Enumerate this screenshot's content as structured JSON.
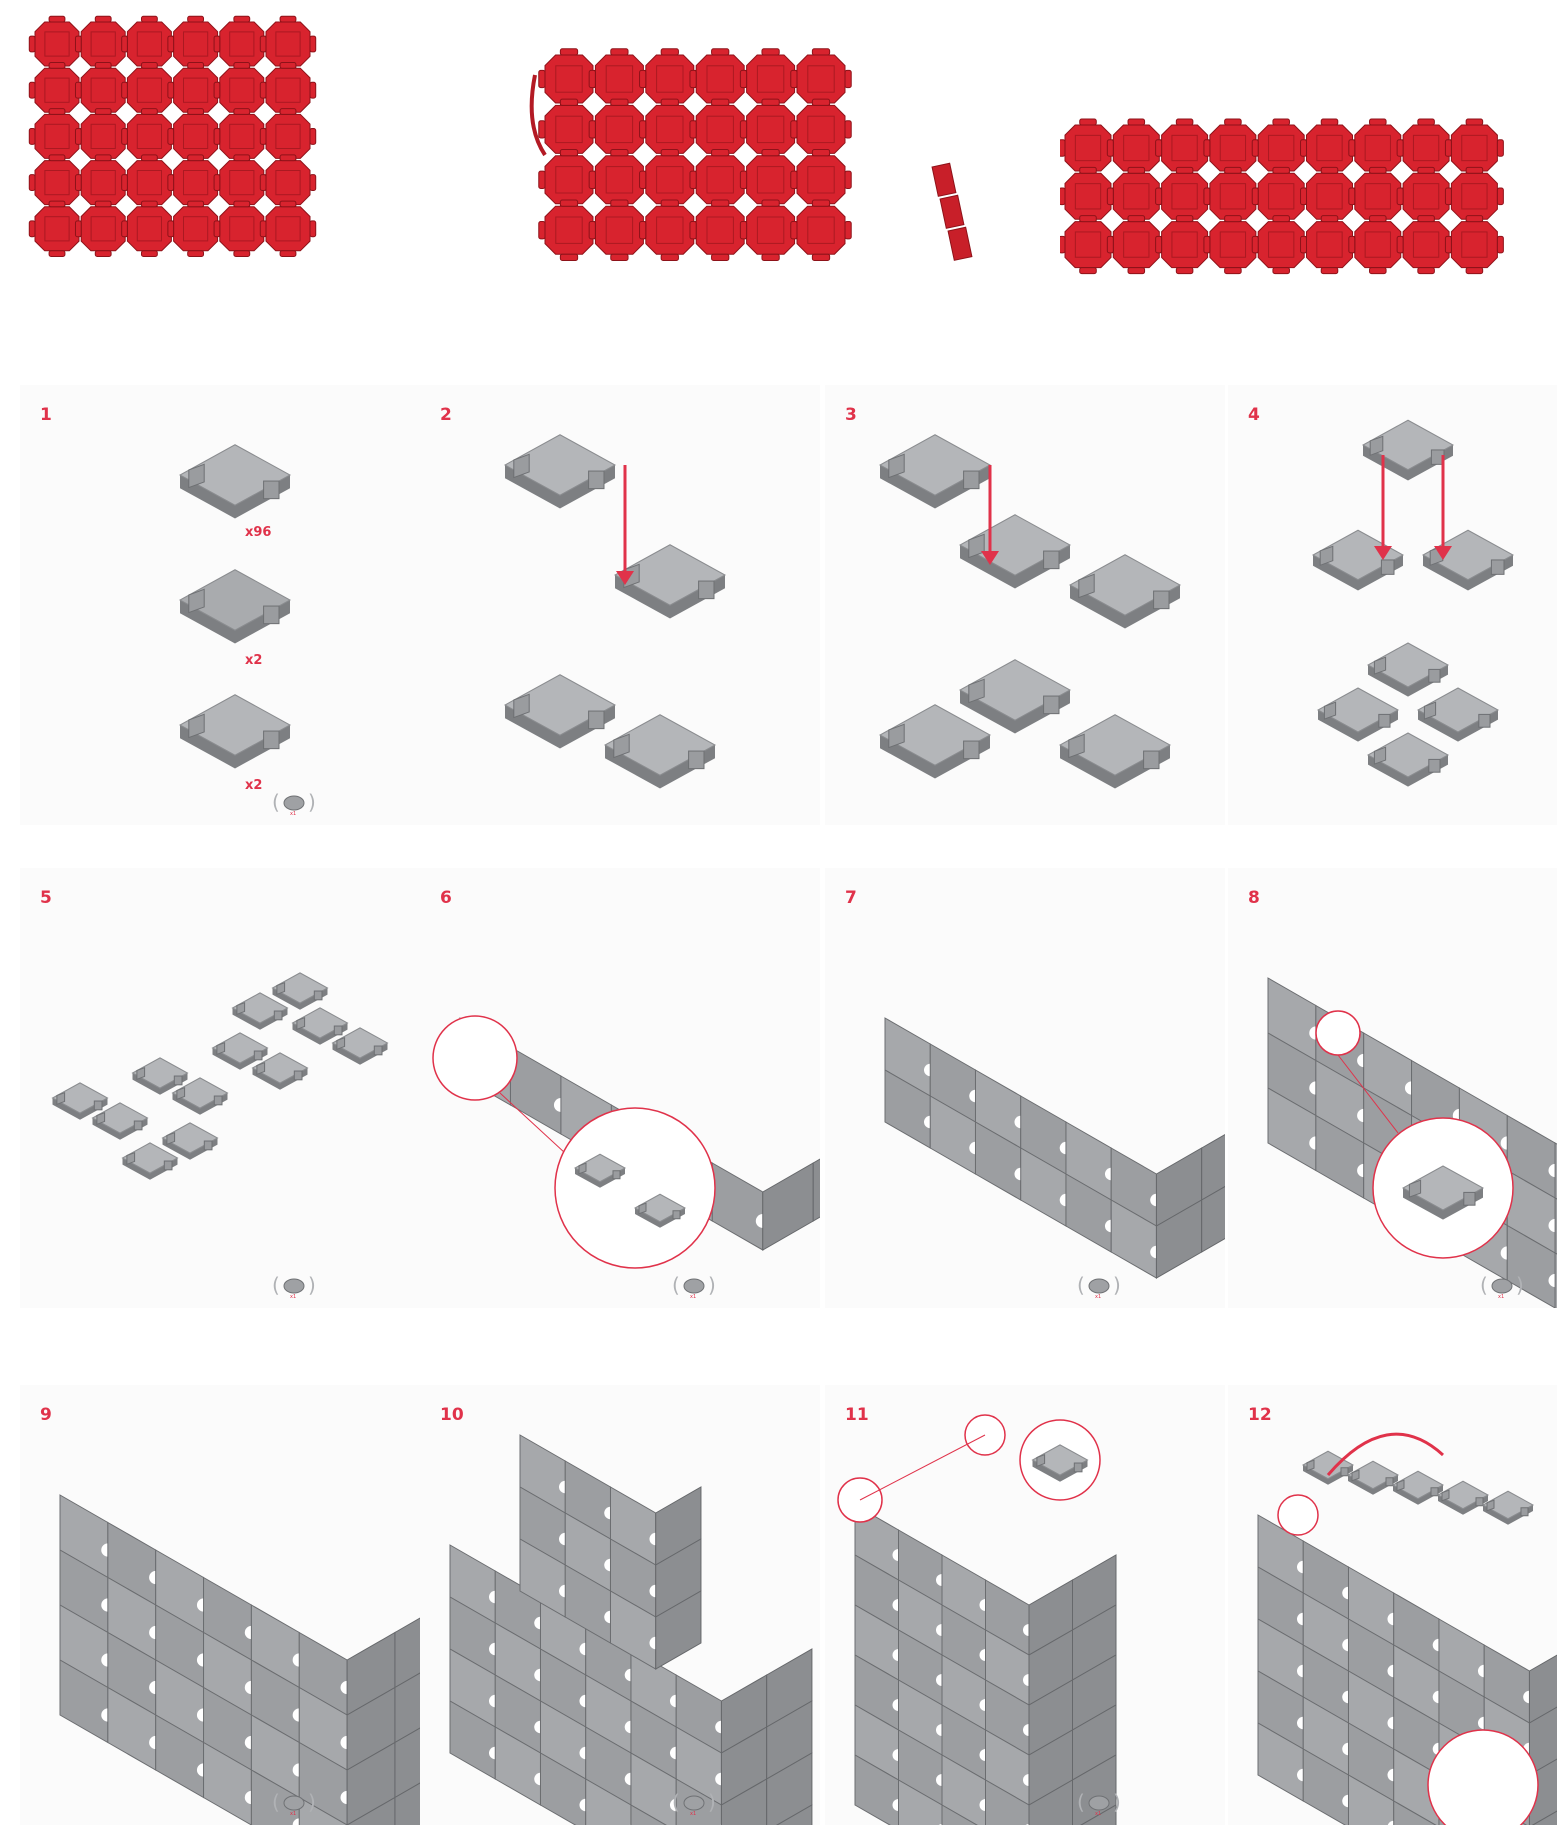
{
  "colors": {
    "accent": "#e0324a",
    "piece_red": "#d8232e",
    "piece_gray": "#a9abae",
    "background": "#ffffff"
  },
  "hero_renders": [
    {
      "name": "flat-sheet-render"
    },
    {
      "name": "assembled-bag-render"
    },
    {
      "name": "long-strip-render"
    }
  ],
  "steps": [
    {
      "number": "1",
      "quantities": [
        "x96",
        "x2",
        "x2"
      ],
      "has_rotate_icon": true
    },
    {
      "number": "2"
    },
    {
      "number": "3"
    },
    {
      "number": "4"
    },
    {
      "number": "5",
      "has_rotate_icon": true
    },
    {
      "number": "6",
      "has_rotate_icon": true
    },
    {
      "number": "7",
      "has_rotate_icon": true
    },
    {
      "number": "8",
      "has_rotate_icon": true
    },
    {
      "number": "9",
      "has_rotate_icon": true
    },
    {
      "number": "10",
      "has_rotate_icon": true
    },
    {
      "number": "11",
      "has_rotate_icon": true
    },
    {
      "number": "12"
    }
  ],
  "icons": [
    "rotate-view-icon",
    "arrow-down-icon",
    "magnify-circle-icon",
    "curved-arrow-icon"
  ]
}
